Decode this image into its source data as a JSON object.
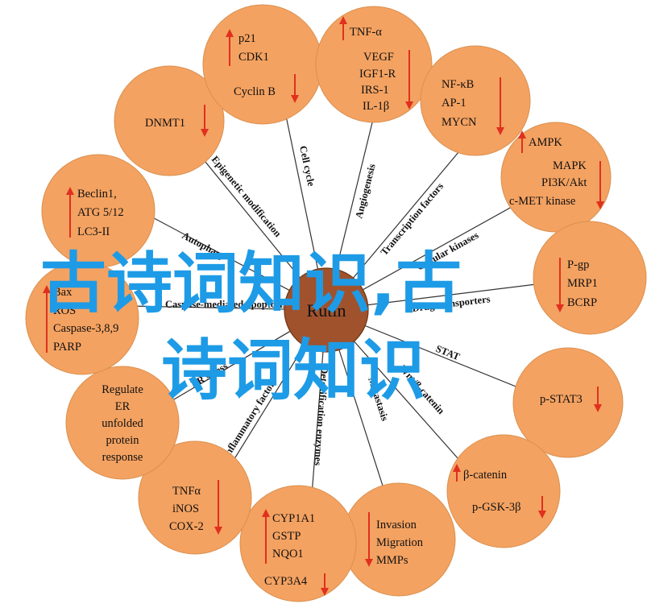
{
  "hub": {
    "label": "Rutin"
  },
  "spokes": [
    {
      "id": "epigenetic",
      "label": "Epigenetic modification"
    },
    {
      "id": "cellcycle",
      "label": "Cell cycle"
    },
    {
      "id": "angiogenesis",
      "label": "Angiogenesis"
    },
    {
      "id": "transcription",
      "label": "Transcription factors"
    },
    {
      "id": "cellular",
      "label": "Cellular kinases"
    },
    {
      "id": "drug",
      "label": "Drug transporters"
    },
    {
      "id": "stat",
      "label": "STAT"
    },
    {
      "id": "wnt",
      "label": "Wnt/β-catenin"
    },
    {
      "id": "metastasis",
      "label": "Metastasis"
    },
    {
      "id": "detox",
      "label": "Detoxification enzymes"
    },
    {
      "id": "inflam",
      "label": "Inflammatory factors"
    },
    {
      "id": "er",
      "label": "ER stress"
    },
    {
      "id": "caspase",
      "label": "Caspase-mediated apoptosis"
    },
    {
      "id": "auto",
      "label": "Autophagy"
    }
  ],
  "bubbles": [
    {
      "id": "dnmt",
      "lines": [
        "DNMT1"
      ]
    },
    {
      "id": "cellcycle",
      "lines": [
        "p21",
        "CDK1",
        "Cyclin B"
      ]
    },
    {
      "id": "angio",
      "lines": [
        "TNF-α",
        "VEGF",
        "IGF1-R",
        "IRS-1",
        "IL-1β"
      ]
    },
    {
      "id": "tf",
      "lines": [
        "NF-κB",
        "AP-1",
        "MYCN"
      ]
    },
    {
      "id": "kinase",
      "lines": [
        "AMPK",
        "MAPK",
        "PI3K/Akt",
        "c-MET kinase"
      ]
    },
    {
      "id": "drug",
      "lines": [
        "P-gp",
        "MRP1",
        "BCRP"
      ]
    },
    {
      "id": "stat",
      "lines": [
        "p-STAT3"
      ]
    },
    {
      "id": "wnt",
      "lines": [
        "β-catenin",
        "p-GSK-3β"
      ]
    },
    {
      "id": "meta",
      "lines": [
        "Invasion",
        "Migration",
        "MMPs"
      ]
    },
    {
      "id": "cyp",
      "lines": [
        "CYP1A1",
        "GSTP",
        "NQO1",
        "CYP3A4"
      ]
    },
    {
      "id": "tnf",
      "lines": [
        "TNFα",
        "iNOS",
        "COX-2"
      ]
    },
    {
      "id": "er",
      "lines": [
        "Regulate",
        "ER",
        "unfolded",
        "protein",
        "response"
      ]
    },
    {
      "id": "bax",
      "lines": [
        "Bax",
        "ROS",
        "Caspase-3,8,9",
        "PARP"
      ]
    },
    {
      "id": "beclin",
      "lines": [
        "Beclin1,",
        "ATG 5/12",
        "LC3-II"
      ]
    }
  ],
  "watermark": {
    "line1": "古诗词知识,古",
    "line2": "诗词知识"
  },
  "colors": {
    "bubble": "#f4a261",
    "hub": "#a0522d",
    "arrow": "#e0301e",
    "watermark": "#1e9be6"
  }
}
